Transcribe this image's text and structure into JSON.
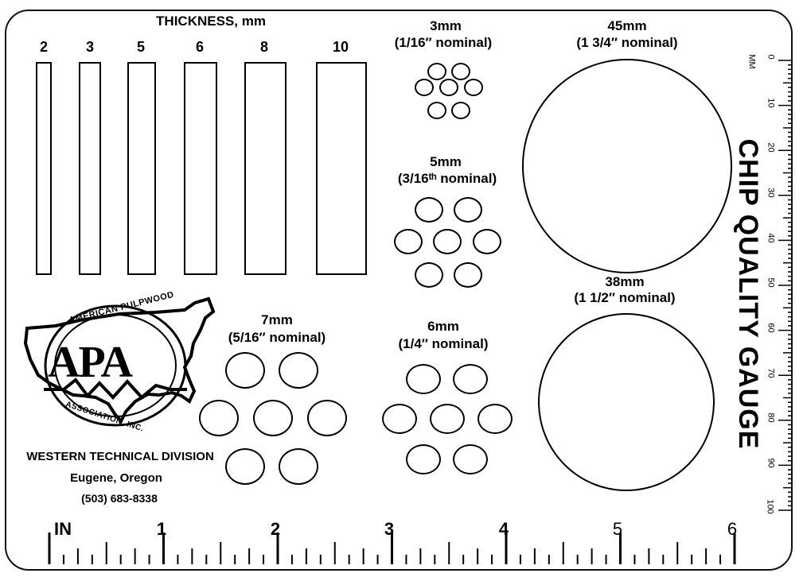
{
  "thickness": {
    "title": "THICKNESS, mm",
    "labels": [
      "2",
      "3",
      "5",
      "6",
      "8",
      "10"
    ]
  },
  "hole_groups": [
    {
      "size": "3mm",
      "nominal": "(1/16″ nominal)"
    },
    {
      "size": "5mm",
      "nominal": "(3/16ᵗʰ nominal)"
    },
    {
      "size": "7mm",
      "nominal": "(5/16″ nominal)"
    },
    {
      "size": "6mm",
      "nominal": "(1/4″ nominal)"
    }
  ],
  "circles": [
    {
      "size": "45mm",
      "nominal": "(1 3/4″ nominal)"
    },
    {
      "size": "38mm",
      "nominal": "(1 1/2″ nominal)"
    }
  ],
  "title": "CHIP QUALITY GAUGE",
  "logo": {
    "big": "APA",
    "ring_top": "AMERICAN PULPWOOD",
    "ring_bottom": "ASSOCIATION, INC."
  },
  "org": {
    "division": "WESTERN TECHNICAL DIVISION",
    "city": "Eugene, Oregon",
    "phone": "(503) 683-8338"
  },
  "ruler_in": {
    "unit": "IN",
    "labels": [
      "1",
      "2",
      "3",
      "4",
      "5",
      "6"
    ]
  },
  "ruler_mm": {
    "unit": "MM",
    "labels": [
      "0",
      "10",
      "20",
      "30",
      "40",
      "50",
      "60",
      "70",
      "80",
      "90",
      "100"
    ]
  }
}
